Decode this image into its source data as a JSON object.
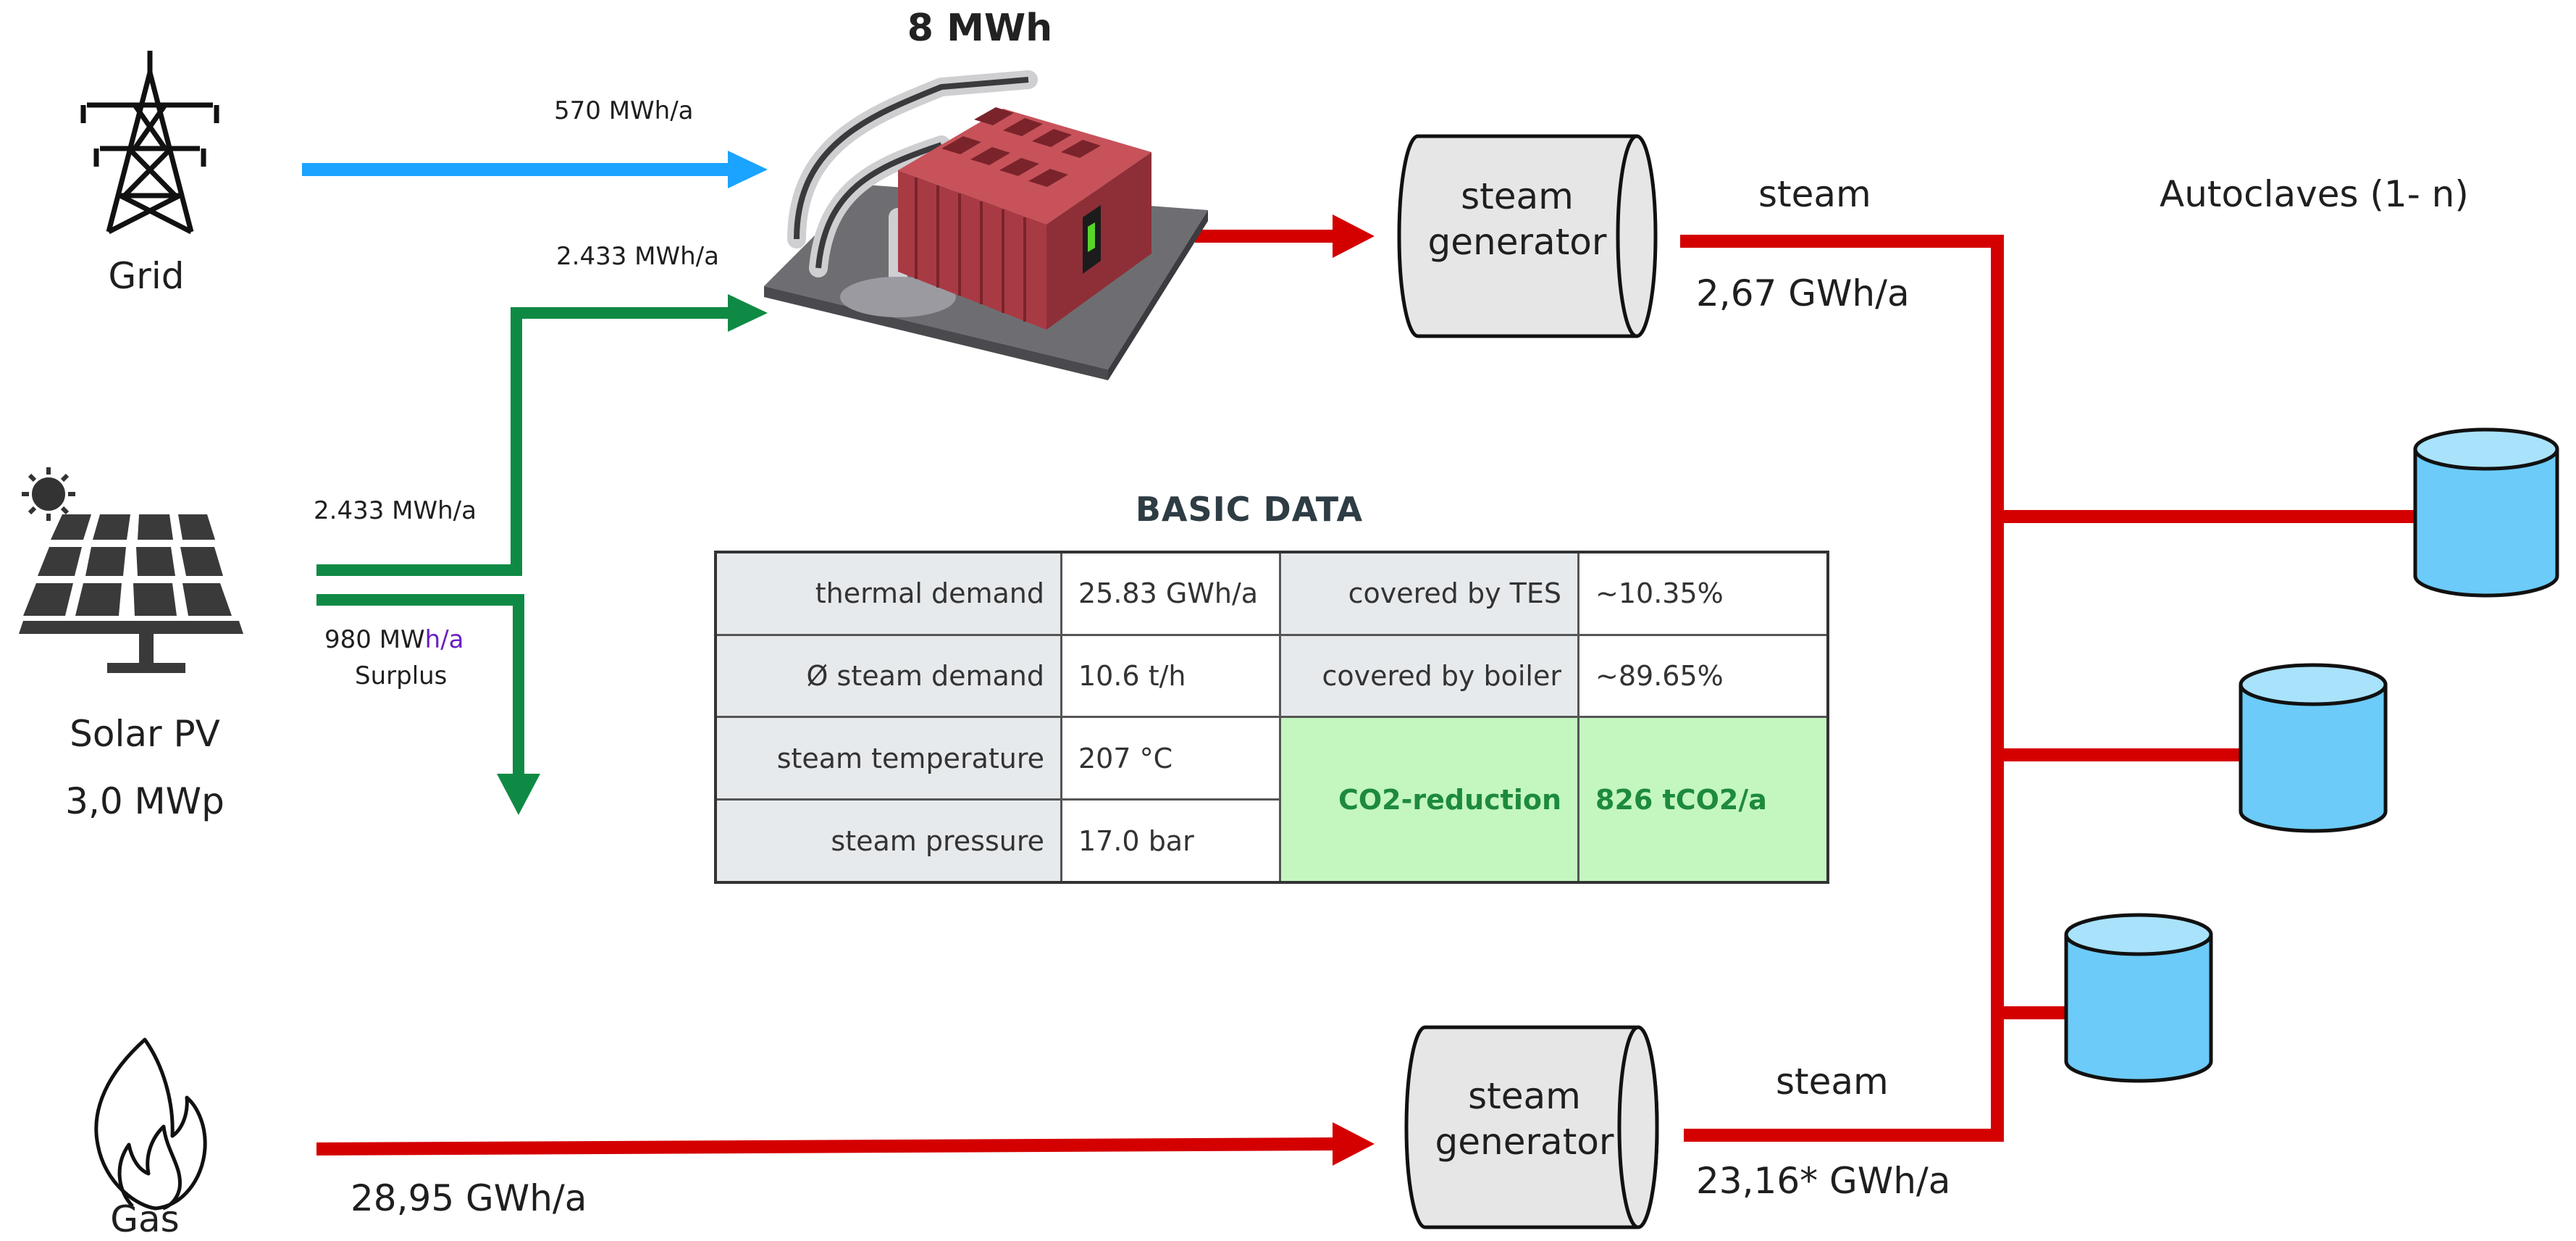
{
  "storage": {
    "capacity": "8 MWh"
  },
  "grid": {
    "label": "Grid",
    "flow": "570 MWh/a"
  },
  "solar": {
    "label": "Solar PV",
    "capacity": "3,0 MWp",
    "flow_to_storage": "2.433 MWh/a",
    "flow_out": "2.433 MWh/a",
    "surplus_value": "980 MW",
    "surplus_unit": "h/a",
    "surplus_label": "Surplus"
  },
  "gas": {
    "label": "Gas",
    "flow": "28,95 GWh/a"
  },
  "generator_top": {
    "line1": "steam",
    "line2": "generator",
    "output_label": "steam",
    "output_value": "2,67 GWh/a"
  },
  "generator_bottom": {
    "line1": "steam",
    "line2": "generator",
    "output_label": "steam",
    "output_value": "23,16* GWh/a"
  },
  "autoclaves": {
    "label": "Autoclaves (1- n)"
  },
  "basic_data": {
    "title": "BASIC DATA",
    "thermal_demand_label": "thermal demand",
    "thermal_demand_value": "25.83 GWh/a",
    "steam_demand_label": "Ø steam demand",
    "steam_demand_value": "10.6 t/h",
    "steam_temp_label": "steam temperature",
    "steam_temp_value": "207 °C",
    "steam_pressure_label": "steam pressure",
    "steam_pressure_value": "17.0 bar",
    "tes_label": "covered by TES",
    "tes_value": "~10.35%",
    "boiler_label": "covered by boiler",
    "boiler_value": "~89.65%",
    "co2_label": "CO2-reduction",
    "co2_value": "826 tCO2/a"
  },
  "colors": {
    "grid_line": "#1aa3ff",
    "solar_line": "#0f8a44",
    "steam_line": "#d40000",
    "tank_fill": "#6ccbf8",
    "tank_top": "#a9e2fb",
    "generator_fill": "#e6e6e6"
  },
  "icons": [
    "power-tower-icon",
    "sun-icon",
    "solar-panel-icon",
    "flame-icon",
    "thermal-storage-image",
    "autoclave-tank-icon"
  ]
}
